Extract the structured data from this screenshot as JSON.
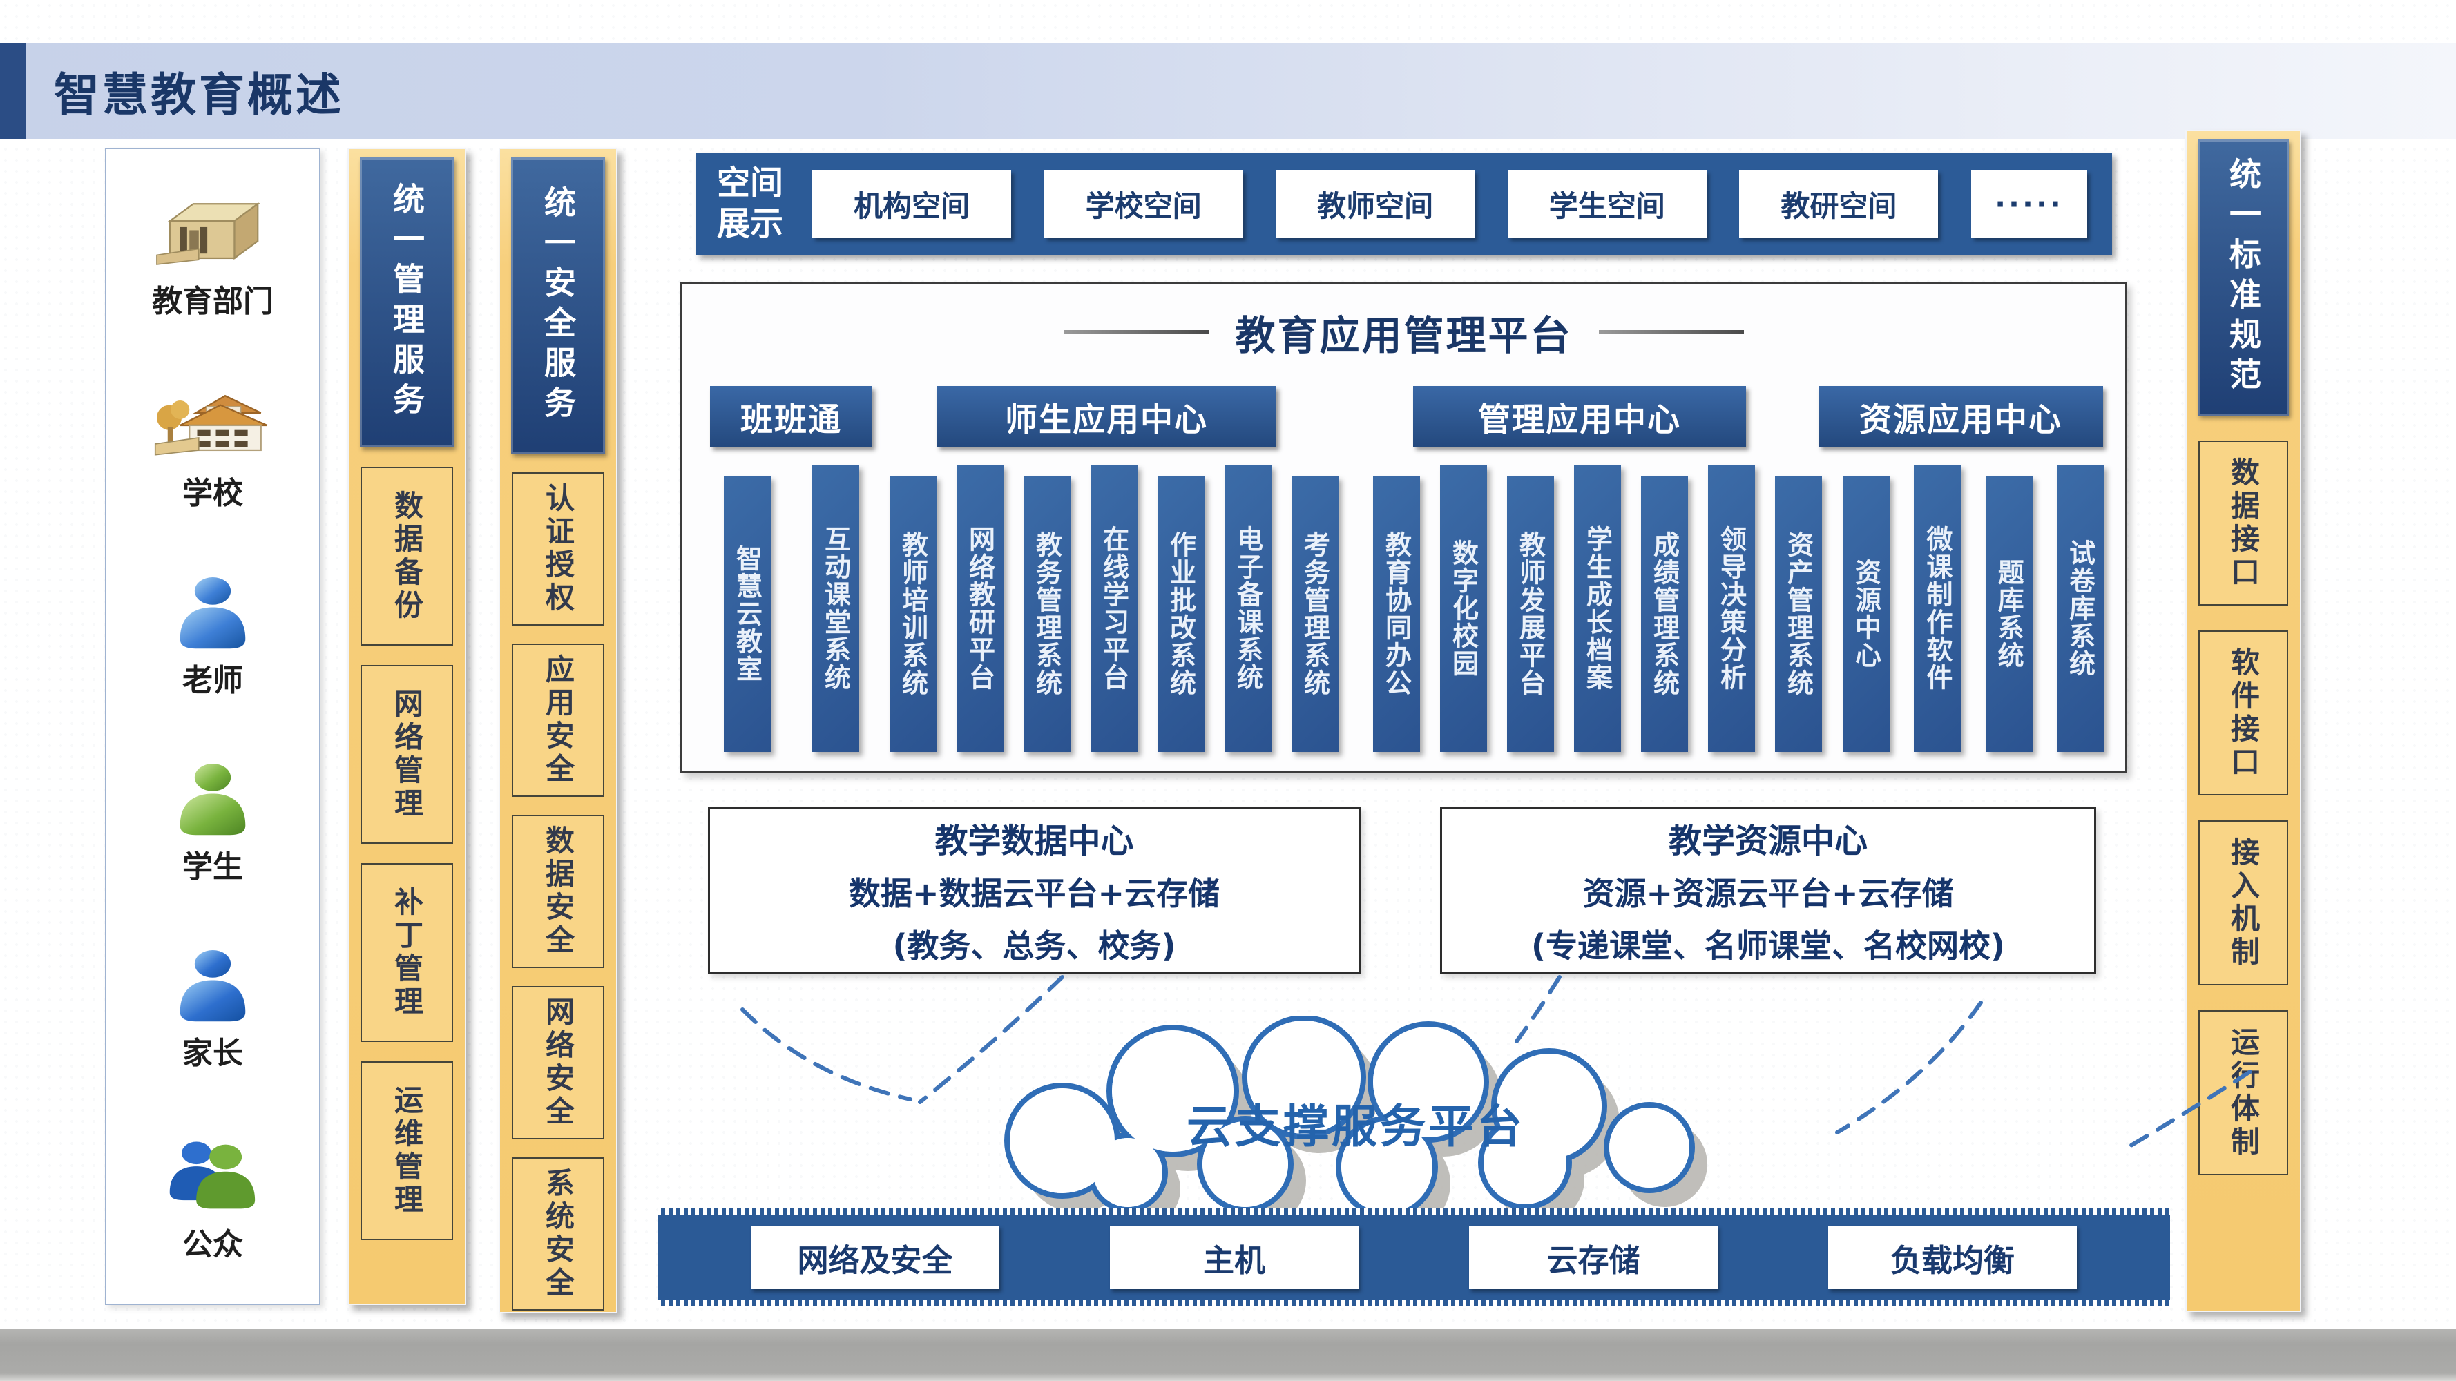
{
  "page": {
    "title": "智慧教育概述"
  },
  "users": {
    "items": [
      {
        "label": "教育部门",
        "icon": "government-building-icon"
      },
      {
        "label": "学校",
        "icon": "school-icon"
      },
      {
        "label": "老师",
        "icon": "person-blue-icon"
      },
      {
        "label": "学生",
        "icon": "person-green-icon"
      },
      {
        "label": "家长",
        "icon": "person-blue-icon"
      },
      {
        "label": "公众",
        "icon": "people-group-icon"
      }
    ]
  },
  "management_services": {
    "title": "统一管理服务",
    "items": [
      "数据备份",
      "网络管理",
      "补丁管理",
      "运维管理"
    ]
  },
  "security_services": {
    "title": "统一安全服务",
    "items": [
      "认证授权",
      "应用安全",
      "数据安全",
      "网络安全",
      "系统安全"
    ]
  },
  "standards": {
    "title": "统一标准规范",
    "items": [
      "数据接口",
      "软件接口",
      "接入机制",
      "运行体制"
    ]
  },
  "space_bar": {
    "title": "空间展示",
    "items": [
      "机构空间",
      "学校空间",
      "教师空间",
      "学生空间",
      "教研空间",
      "·····"
    ]
  },
  "platform": {
    "title": "教育应用管理平台",
    "groups": [
      {
        "label": "班班通",
        "apps": [
          "智慧云教室",
          "互动课堂系统"
        ]
      },
      {
        "label": "师生应用中心",
        "apps": [
          "教师培训系统",
          "网络教研平台",
          "教务管理系统",
          "在线学习平台",
          "作业批改系统",
          "电子备课系统",
          "考务管理系统"
        ]
      },
      {
        "label": "管理应用中心",
        "apps": [
          "教育协同办公",
          "数字化校园",
          "教师发展平台",
          "学生成长档案",
          "成绩管理系统",
          "领导决策分析",
          "资产管理系统"
        ]
      },
      {
        "label": "资源应用中心",
        "apps": [
          "资源中心",
          "微课制作软件",
          "题库系统",
          "试卷库系统"
        ]
      }
    ]
  },
  "data_center": {
    "title": "教学数据中心",
    "line2": "数据+数据云平台+云存储",
    "line3": "(教务、总务、校务)"
  },
  "resource_center": {
    "title": "教学资源中心",
    "line2": "资源+资源云平台+云存储",
    "line3": "(专递课堂、名师课堂、名校网校)"
  },
  "cloud_platform": {
    "label": "云支撑服务平台"
  },
  "infrastructure": {
    "items": [
      "网络及安全",
      "主机",
      "云存储",
      "负载均衡"
    ]
  },
  "colors": {
    "accent_navy": "#1a3767",
    "panel_blue": "#2c5b97",
    "column_blue": "#2e5a96",
    "service_yellow": "#f6cf7d",
    "cloud_stroke": "#2f6db6",
    "footer_gray": "#a9a9a7"
  }
}
